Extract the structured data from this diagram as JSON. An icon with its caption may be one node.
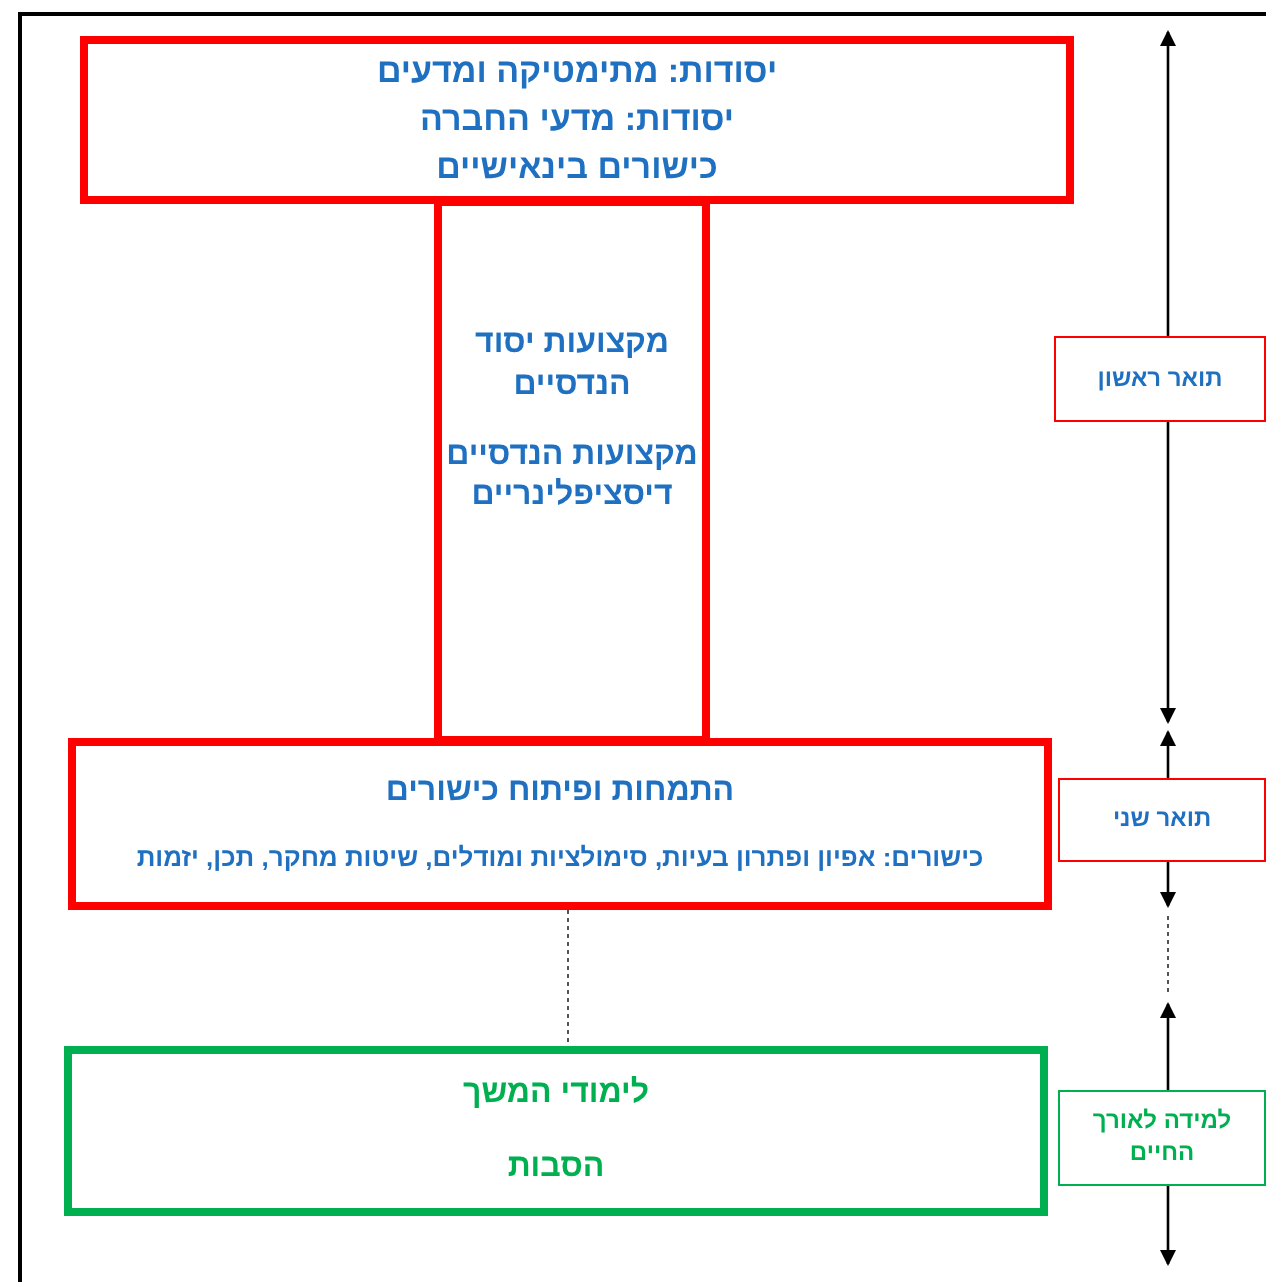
{
  "diagram": {
    "nodes": [
      {
        "text": [
          "יסודות: מתימטיקה ומדעים",
          "יסודות: מדעי החברה",
          "כישורים בינאישיים"
        ]
      },
      {
        "text": [
          "מקצועות יסוד הנדסיים",
          "מקצועות הנדסיים דיסציפלינריים"
        ]
      },
      {
        "text": [
          "התמחות ופיתוח כישורים",
          "כישורים: אפיון ופתרון בעיות, סימולציות ומודלים, שיטות מחקר, תכן, יזמות"
        ]
      },
      {
        "text": [
          "לימודי המשך",
          "הסבות"
        ]
      },
      {
        "text": [
          "תואר ראשון"
        ]
      },
      {
        "text": [
          "תואר שני"
        ]
      },
      {
        "text": [
          "למידה לאורך החיים"
        ]
      }
    ],
    "edges": [
      {
        "from": 2,
        "to": 3,
        "arrow": "none",
        "style": "dashed",
        "color": "#555555"
      }
    ]
  }
}
